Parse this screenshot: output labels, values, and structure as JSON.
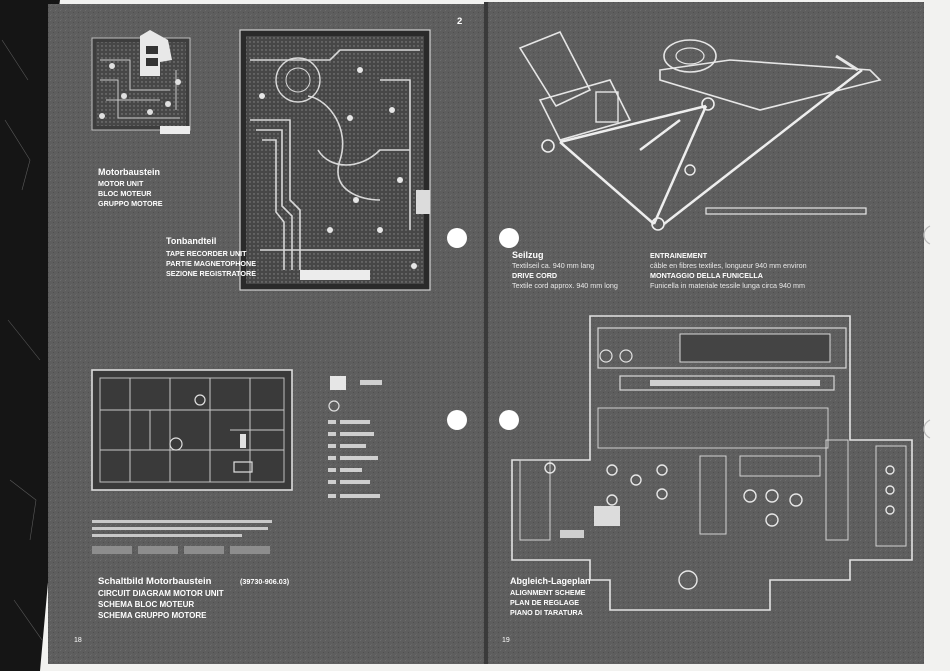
{
  "left_page": {
    "sheet_number": "2",
    "motor_unit": {
      "title": "Motorbaustein",
      "subtitles": [
        "MOTOR UNIT",
        "BLOC MOTEUR",
        "GRUPPO MOTORE"
      ]
    },
    "tape_unit": {
      "title": "Tonbandteil",
      "subtitles": [
        "TAPE RECORDER UNIT",
        "PARTIE MAGNETOPHONE",
        "SEZIONE REGISTRATORE"
      ]
    },
    "circuit": {
      "title": "Schaltbild Motorbaustein",
      "part_number": "(39730-906.03)",
      "subtitles": [
        "CIRCUIT DIAGRAM MOTOR UNIT",
        "SCHEMA BLOC MOTEUR",
        "SCHEMA GRUPPO MOTORE"
      ]
    },
    "page_number": "18"
  },
  "right_page": {
    "drive": {
      "de_title": "Seilzug",
      "de_text": "Textilseil ca. 940 mm lang",
      "en_title": "DRIVE CORD",
      "en_text": "Textile cord approx. 940 mm long",
      "fr_title": "ENTRAINEMENT",
      "fr_text": "câble en fibres textiles, longueur 940 mm environ",
      "it_title": "MONTAGGIO DELLA FUNICELLA",
      "it_text": "Funicella in materiale tessile lunga circa 940 mm"
    },
    "alignment": {
      "title": "Abgleich-Lageplan",
      "subtitles": [
        "ALIGNMENT SCHEME",
        "PLAN DE REGLAGE",
        "PIANO DI TARATURA"
      ]
    },
    "page_number": "19"
  },
  "colors": {
    "page_bg": "#5c5c5c",
    "page_dark": "#2a2a2a",
    "line": "#d8d8d8",
    "hole": "#ffffff",
    "margin": "#f2f2f0"
  }
}
